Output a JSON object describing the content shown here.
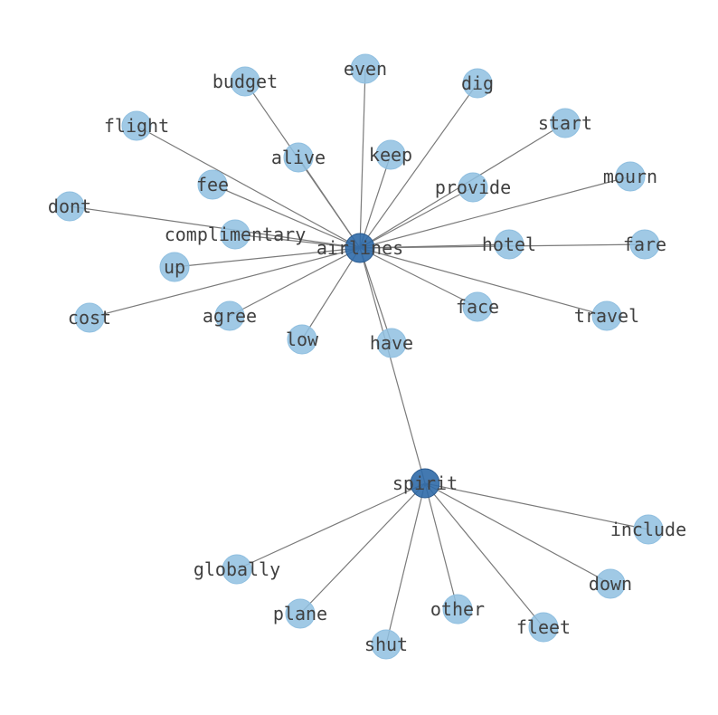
{
  "colors": {
    "leaf": "#8fbfe0",
    "hub": "#2f6aa8",
    "edge": "#7a7a7a",
    "text": "#404040"
  },
  "graph": {
    "hubs": [
      {
        "id": "airlines",
        "label": "airlines"
      },
      {
        "id": "spirit",
        "label": "spirit"
      }
    ],
    "leaves": [
      {
        "id": "budget",
        "label": "budget",
        "hub": "airlines"
      },
      {
        "id": "even",
        "label": "even",
        "hub": "airlines"
      },
      {
        "id": "dig",
        "label": "dig",
        "hub": "airlines"
      },
      {
        "id": "flight",
        "label": "flight",
        "hub": "airlines"
      },
      {
        "id": "start",
        "label": "start",
        "hub": "airlines"
      },
      {
        "id": "alive",
        "label": "alive",
        "hub": "airlines"
      },
      {
        "id": "keep",
        "label": "keep",
        "hub": "airlines"
      },
      {
        "id": "mourn",
        "label": "mourn",
        "hub": "airlines"
      },
      {
        "id": "fee",
        "label": "fee",
        "hub": "airlines"
      },
      {
        "id": "provide",
        "label": "provide",
        "hub": "airlines"
      },
      {
        "id": "dont",
        "label": "dont",
        "hub": "airlines"
      },
      {
        "id": "complimentary",
        "label": "complimentary",
        "hub": "airlines"
      },
      {
        "id": "hotel",
        "label": "hotel",
        "hub": "airlines"
      },
      {
        "id": "fare",
        "label": "fare",
        "hub": "airlines"
      },
      {
        "id": "up",
        "label": "up",
        "hub": "airlines"
      },
      {
        "id": "cost",
        "label": "cost",
        "hub": "airlines"
      },
      {
        "id": "agree",
        "label": "agree",
        "hub": "airlines"
      },
      {
        "id": "face",
        "label": "face",
        "hub": "airlines"
      },
      {
        "id": "travel",
        "label": "travel",
        "hub": "airlines"
      },
      {
        "id": "low",
        "label": "low",
        "hub": "airlines"
      },
      {
        "id": "have",
        "label": "have",
        "hub": "airlines"
      },
      {
        "id": "include",
        "label": "include",
        "hub": "spirit"
      },
      {
        "id": "globally",
        "label": "globally",
        "hub": "spirit"
      },
      {
        "id": "down",
        "label": "down",
        "hub": "spirit"
      },
      {
        "id": "plane",
        "label": "plane",
        "hub": "spirit"
      },
      {
        "id": "other",
        "label": "other",
        "hub": "spirit"
      },
      {
        "id": "fleet",
        "label": "fleet",
        "hub": "spirit"
      },
      {
        "id": "shut",
        "label": "shut",
        "hub": "spirit"
      }
    ],
    "extra_edges": [
      {
        "from": "airlines",
        "to": "spirit"
      }
    ]
  }
}
